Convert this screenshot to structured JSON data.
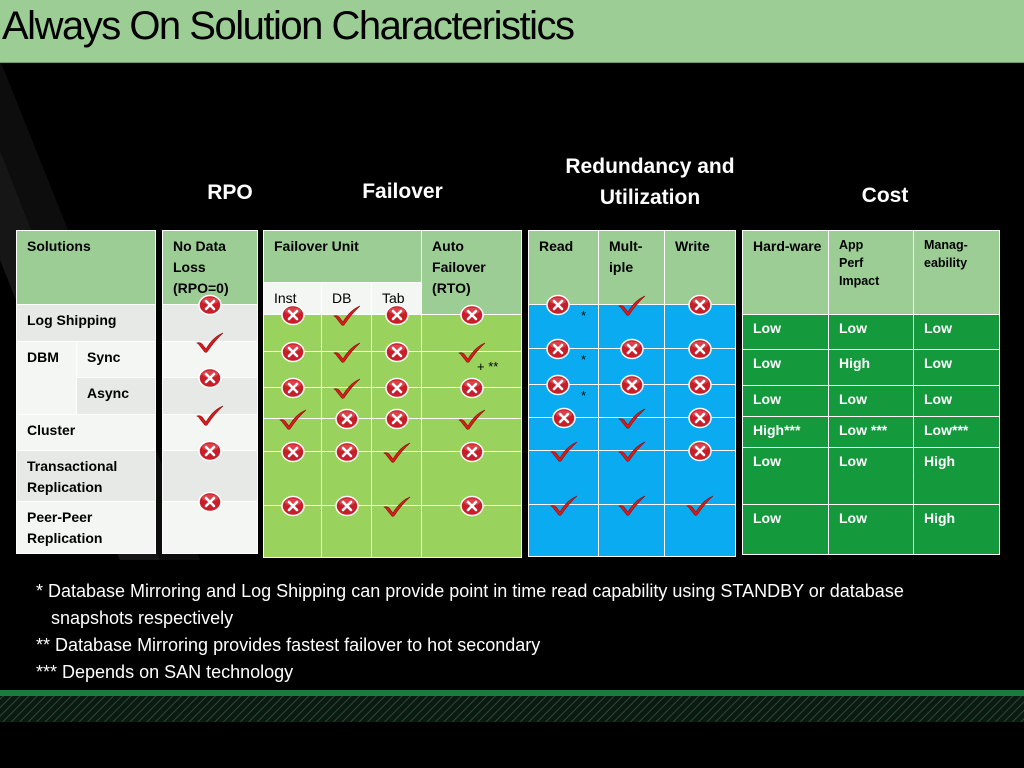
{
  "title": "Always On Solution Characteristics",
  "headers": {
    "rpo": "RPO",
    "failover": "Failover",
    "redundancy_line1": "Redundancy and",
    "redundancy_line2": "Utilization",
    "cost": "Cost"
  },
  "solutions_table": {
    "header": "Solutions",
    "log_shipping": "Log Shipping",
    "dbm": "DBM",
    "sync": "Sync",
    "async": "Async",
    "cluster": "Cluster",
    "transactional": "Transactional Replication",
    "peer": "Peer-Peer Replication"
  },
  "rpo_table": {
    "header": "No Data Loss (RPO=0)",
    "marks": [
      "cross",
      "check",
      "cross",
      "check",
      "cross",
      "cross"
    ]
  },
  "failover_table": {
    "unit_header": "Failover Unit",
    "auto_header": "Auto Failover (RTO)",
    "sub_inst": "Inst",
    "sub_db": "DB",
    "sub_tab": "Tab",
    "rows": [
      [
        "cross",
        "check",
        "cross",
        "cross"
      ],
      [
        "cross",
        "check",
        "cross",
        "check"
      ],
      [
        "cross",
        "check",
        "cross",
        "cross"
      ],
      [
        "check",
        "cross",
        "cross",
        "check"
      ],
      [
        "cross",
        "cross",
        "check",
        "cross"
      ],
      [
        "cross",
        "cross",
        "check",
        "cross"
      ]
    ],
    "auto_note": "+  **"
  },
  "redundancy_table": {
    "read": "Read",
    "multiple": "Mult-iple",
    "write": "Write",
    "rows": [
      [
        "cross",
        "check",
        "cross"
      ],
      [
        "cross",
        "cross",
        "cross"
      ],
      [
        "cross",
        "cross",
        "cross"
      ],
      [
        "cross",
        "check",
        "cross"
      ],
      [
        "check",
        "check",
        "cross"
      ],
      [
        "check",
        "check",
        "check"
      ]
    ],
    "star": "*"
  },
  "cost_table": {
    "hardware": "Hard-ware",
    "app_perf": "App Perf Impact",
    "manageability": "Manag-eability",
    "rows": [
      [
        "Low",
        "Low",
        "Low"
      ],
      [
        "Low",
        "High",
        "Low"
      ],
      [
        "Low",
        "Low",
        "Low"
      ],
      [
        "High***",
        "Low ***",
        "Low***"
      ],
      [
        "Low",
        "Low",
        "High"
      ],
      [
        "Low",
        "Low",
        "High"
      ]
    ]
  },
  "footnotes": {
    "f1": "* Database Mirroring and Log Shipping can provide point in time read capability using STANDBY or database snapshots respectively",
    "f2": "** Database Mirroring provides fastest failover to hot secondary",
    "f3": "*** Depends on SAN technology"
  },
  "colors": {
    "title_bar": "#9ccd95",
    "light_green": "#99d35e",
    "blue": "#0aabf0",
    "dark_green": "#14993c",
    "check_red": "#d81b1b"
  }
}
